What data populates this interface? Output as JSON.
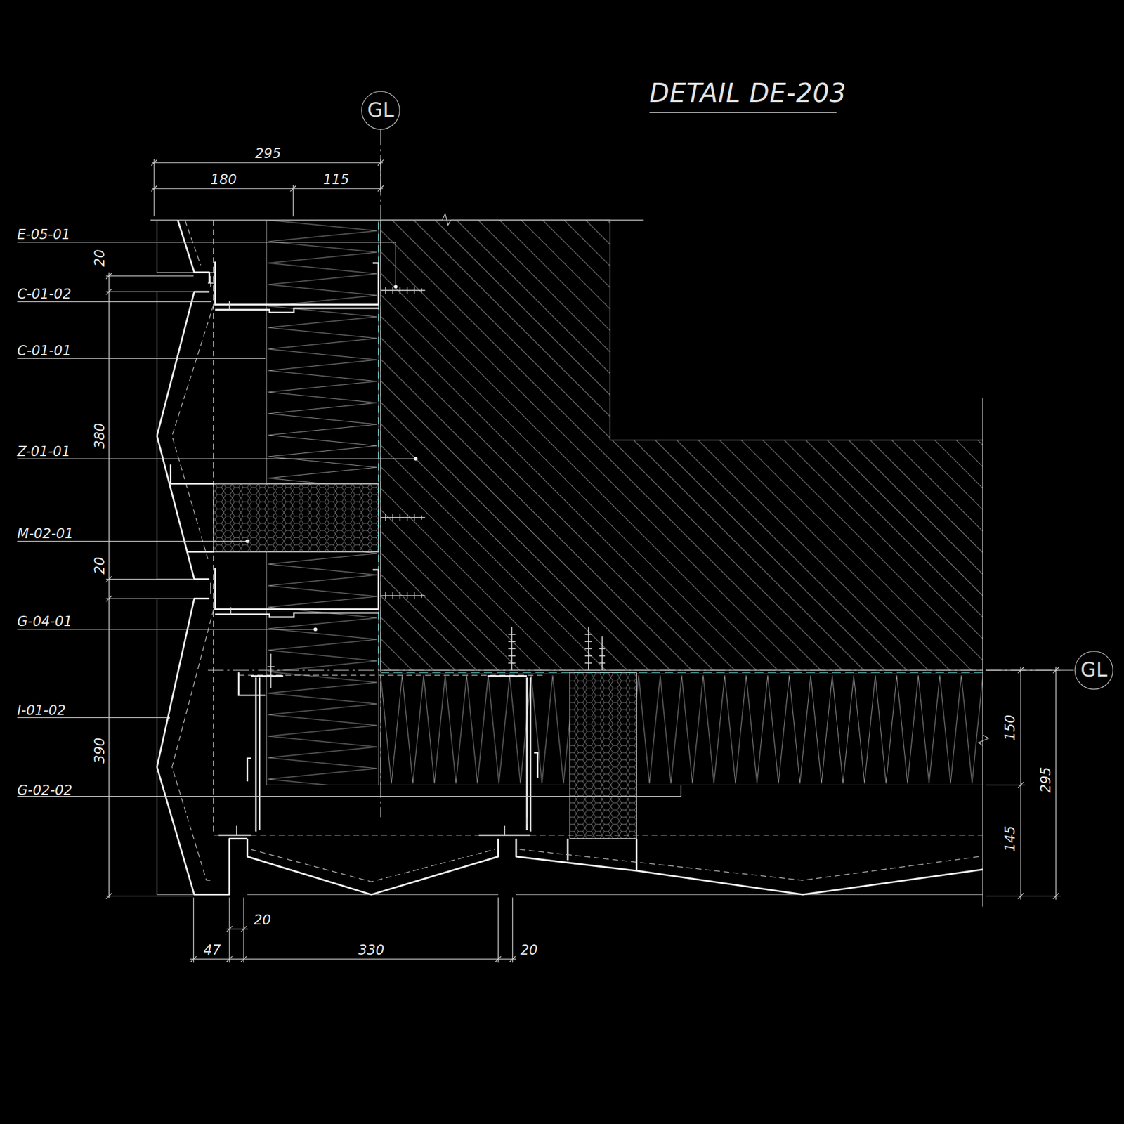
{
  "diagram": {
    "title": "DETAIL DE-203",
    "nodes": [
      {
        "text": [
          "GL"
        ]
      },
      {
        "text": [
          "GL"
        ]
      }
    ],
    "labels": [
      "E-05-01",
      "C-01-02",
      "C-01-01",
      "Z-01-01",
      "M-02-01",
      "G-04-01",
      "I-01-02",
      "G-02-02",
      "295",
      "180",
      "115",
      "20",
      "380",
      "20",
      "390",
      "47",
      "20",
      "330",
      "20",
      "150",
      "295",
      "145"
    ]
  }
}
